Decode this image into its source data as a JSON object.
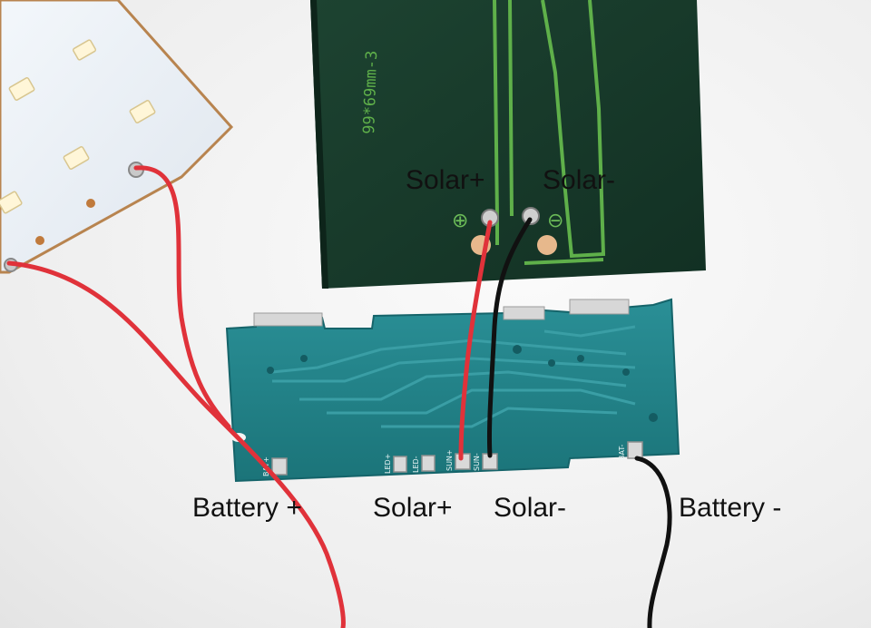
{
  "labels": {
    "solar_plus_top": "Solar+",
    "solar_minus_top": "Solar-",
    "battery_plus": "Battery +",
    "solar_plus_bottom": "Solar+",
    "solar_minus_bottom": "Solar-",
    "battery_minus": "Battery -"
  },
  "panel": {
    "silkscreen": "99*69mm-3"
  },
  "pcb": {
    "pads": [
      "BAT+",
      "LED+",
      "LED-",
      "SUN+",
      "SUN-",
      "BAT-"
    ]
  },
  "colors": {
    "solar_panel": "#17382a",
    "pcb": "#1f7f86",
    "wire_red": "#e0323a",
    "wire_black": "#111111",
    "led_board": "#e9eff5"
  }
}
